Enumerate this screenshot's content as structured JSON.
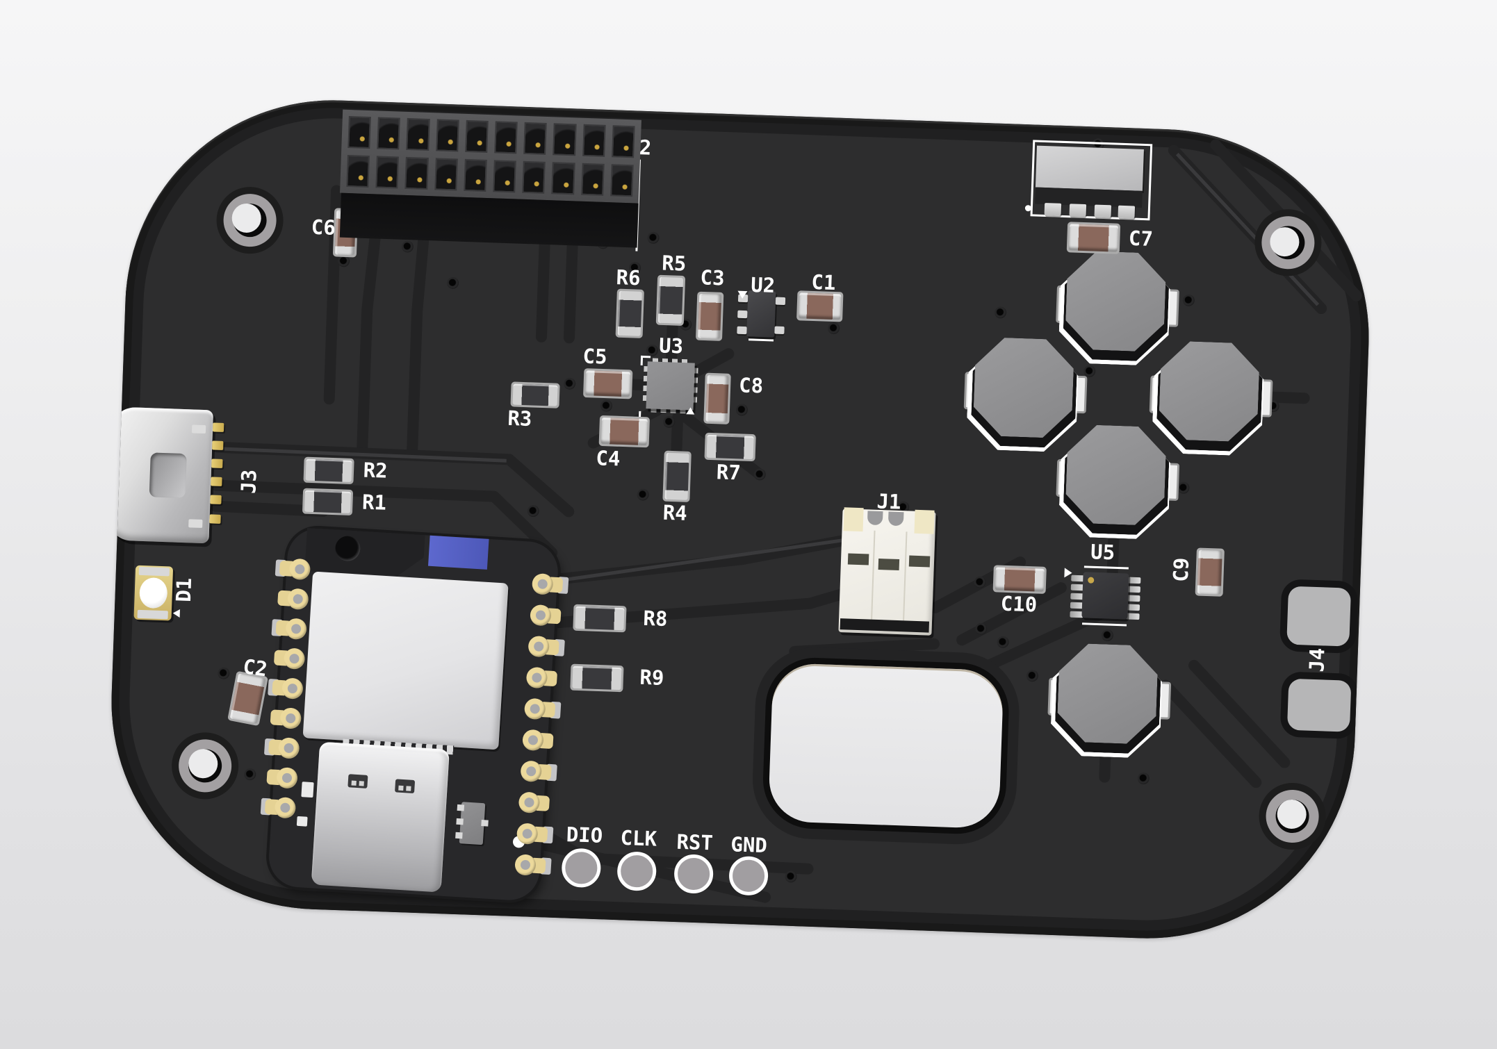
{
  "view": {
    "description": "3D rendered PCB, black rounded-rectangle board on light gray background"
  },
  "board": {
    "silkscreen": {
      "j2_partial": "2",
      "c6": "C6",
      "r6": "R6",
      "r5": "R5",
      "c3": "C3",
      "u2": "U2",
      "c1": "C1",
      "u3": "U3",
      "c5": "C5",
      "r3": "R3",
      "c4": "C4",
      "r4": "R4",
      "r7": "R7",
      "c8": "C8",
      "j3": "J3",
      "r2": "R2",
      "r1": "R1",
      "d1": "D1",
      "c2": "C2",
      "r8": "R8",
      "r9": "R9",
      "j1": "J1",
      "c10": "C10",
      "u5": "U5",
      "c9": "C9",
      "c7": "C7",
      "j4": "J4",
      "tp_dio": "DIO",
      "tp_clk": "CLK",
      "tp_rst": "RST",
      "tp_gnd": "GND"
    },
    "colors": {
      "board_face": "#2d2d2e",
      "silkscreen": "#ffffff",
      "capacitor_body": "#8a685c",
      "resistor_body": "#39393c",
      "inductor_top": "#8f8f91",
      "gold_pad": "#ecd99c",
      "module_blue": "#5d68ce",
      "background": "#ececee"
    }
  }
}
